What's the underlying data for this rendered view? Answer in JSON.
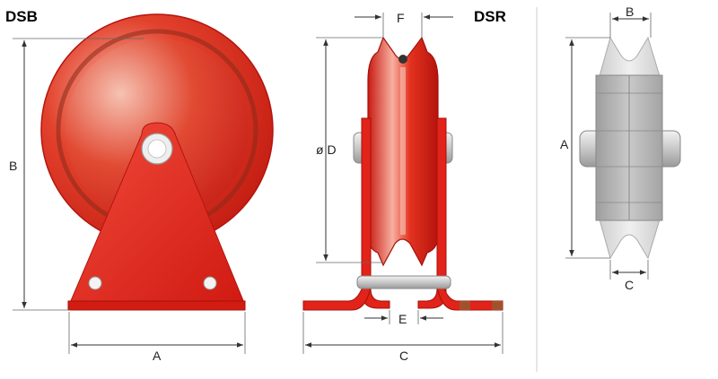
{
  "titles": {
    "dsb": "DSB",
    "dsr": "DSR"
  },
  "dsb_labels": {
    "b": "B",
    "a": "A"
  },
  "dsr_labels": {
    "f": "F",
    "d": "ø D",
    "e": "E",
    "c": "C"
  },
  "right_labels": {
    "b": "B",
    "a": "A",
    "c": "C"
  },
  "colors": {
    "red": "#e2231a",
    "dark_red": "#b3150f",
    "brown": "#a0522d",
    "gray": "#b8b8b8",
    "light_gray": "#dcdcdc"
  }
}
